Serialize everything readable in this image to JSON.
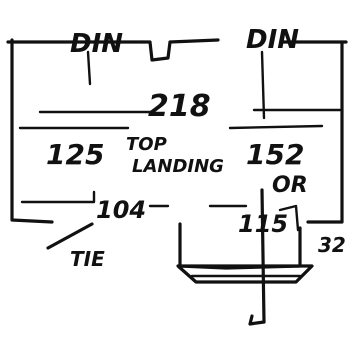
{
  "labels": {
    "din_left": "DIN",
    "din_right": "DIN",
    "overall": "218",
    "left_span": "125",
    "right_span": "152",
    "lower_left": "104",
    "lower_right": "115",
    "top_landing_line1": "TOP",
    "top_landing_line2": "LANDING",
    "or": "OR",
    "tie": "TIE",
    "corner": "32"
  }
}
